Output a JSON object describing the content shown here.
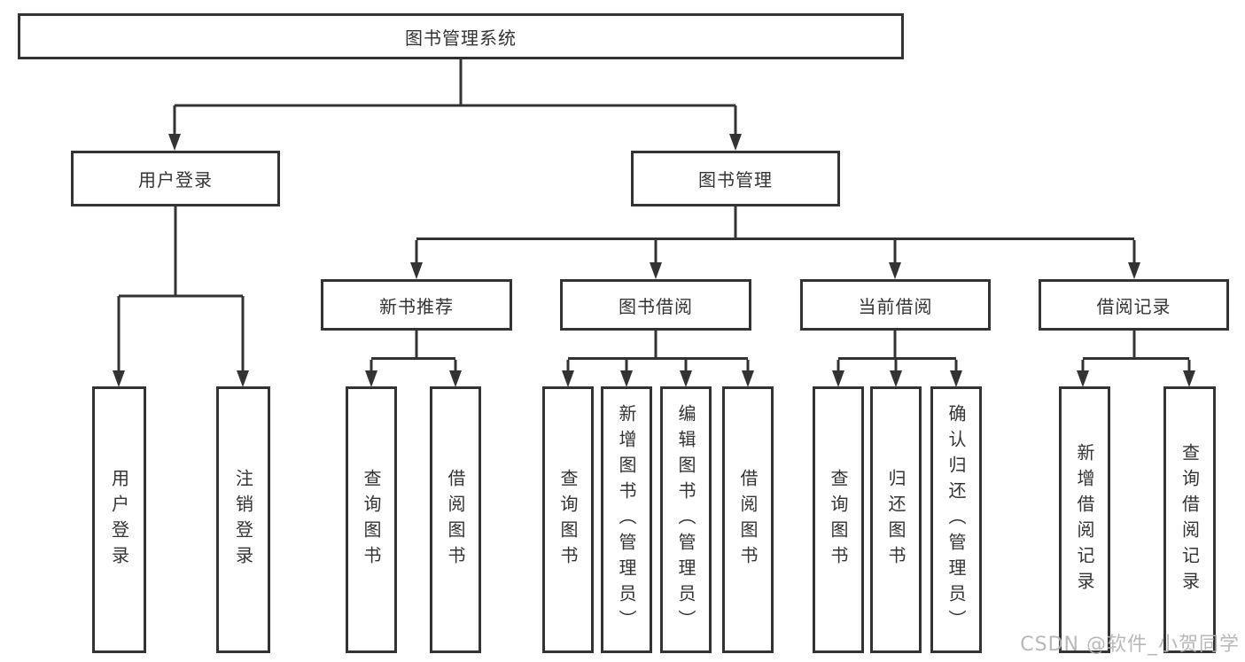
{
  "title": "图书管理系统",
  "branches": [
    {
      "label": "用户登录",
      "children": [
        {
          "label": "用户登录"
        },
        {
          "label": "注销登录"
        }
      ]
    },
    {
      "label": "图书管理",
      "children": [
        {
          "label": "新书推荐",
          "children": [
            {
              "label": "查询图书"
            },
            {
              "label": "借阅图书"
            }
          ]
        },
        {
          "label": "图书借阅",
          "children": [
            {
              "label": "查询图书"
            },
            {
              "label": "新增图书（管理员）"
            },
            {
              "label": "编辑图书（管理员）"
            },
            {
              "label": "借阅图书"
            }
          ]
        },
        {
          "label": "当前借阅",
          "children": [
            {
              "label": "查询图书"
            },
            {
              "label": "归还图书"
            },
            {
              "label": "确认归还（管理员）"
            }
          ]
        },
        {
          "label": "借阅记录",
          "children": [
            {
              "label": "新增借阅记录"
            },
            {
              "label": "查询借阅记录"
            }
          ]
        }
      ]
    }
  ],
  "watermark": "CSDN @软件_小贺同学",
  "colors": {
    "line": "#333333",
    "box_border": "#333333",
    "text": "#333333",
    "watermark": "#b2b2b2",
    "background": "#ffffff"
  }
}
